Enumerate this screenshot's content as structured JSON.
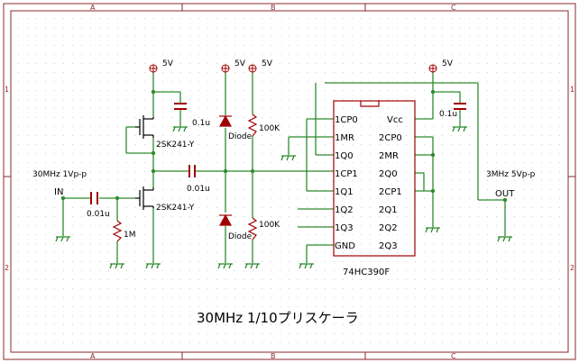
{
  "colors": {
    "wire": "#2e8b2e",
    "component": "#a00000",
    "frame": "#8b2a2a",
    "junction": "#2e8b2e",
    "grid_dot": "#d0d0d0"
  },
  "frame": {
    "col_labels_top": [
      "A",
      "B",
      "C"
    ],
    "col_labels_bottom": [
      "A",
      "B",
      "C"
    ],
    "row_labels_left": [
      "1",
      "2"
    ],
    "row_labels_right": [
      "1",
      "2"
    ]
  },
  "title": "30MHz 1/10プリスケーラ",
  "power": {
    "q1_vcc": "5V",
    "diode_vcc": "5V",
    "res_vcc": "5V",
    "ic_vcc": "5V"
  },
  "components": {
    "q1_type": "2SK241-Y",
    "q2_type": "2SK241-Y",
    "c_q1_bypass": "0.1u",
    "c_in": "0.01u",
    "c_couple": "0.01u",
    "c_ic_bypass": "0.1u",
    "r_gate": "1M",
    "r_top": "100K",
    "r_bottom": "100K",
    "d_top": "Diode",
    "d_bottom": "Diode",
    "ic_type": "74HC390F"
  },
  "ports": {
    "in_label": "IN",
    "in_spec": "30MHz 1Vp-p",
    "out_label": "OUT",
    "out_spec": "3MHz 5Vp-p"
  },
  "ic_pins_left": [
    "1CP0",
    "1MR",
    "1Q0",
    "1CP1",
    "1Q1",
    "1Q2",
    "1Q3",
    "GND"
  ],
  "ic_pins_right": [
    "Vcc",
    "2CP0",
    "2MR",
    "2Q0",
    "2CP1",
    "2Q1",
    "2Q2",
    "2Q3"
  ]
}
